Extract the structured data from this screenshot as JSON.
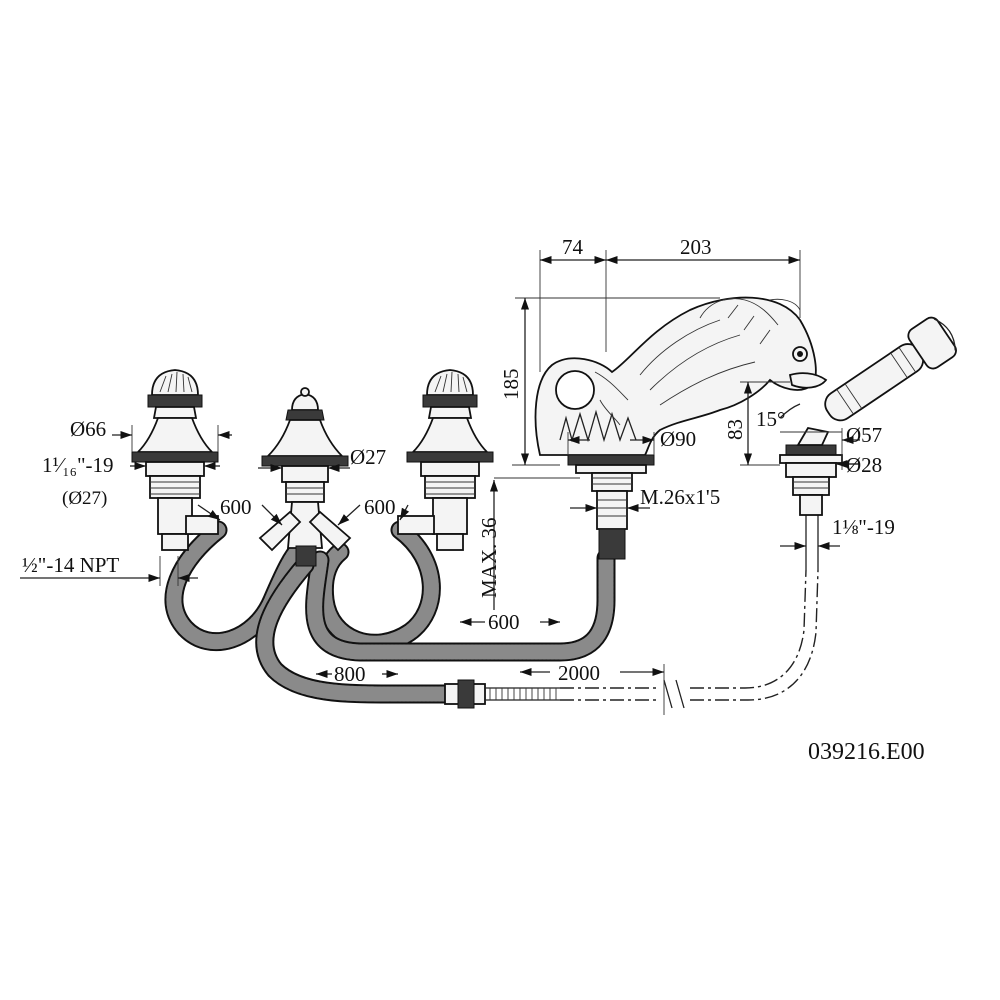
{
  "drawing": {
    "code": "039216.E00",
    "dimensions": {
      "d66": "Ø66",
      "thread_1_1_16": "1¹⁄₁₆\"-19",
      "d27_paren": "(Ø27)",
      "npt": "½\"-14 NPT",
      "len600_left": "600",
      "len600_right": "600",
      "d27": "Ø27",
      "max36": "MAX. 36",
      "len600_bottom": "600",
      "len800": "800",
      "len2000": "2000",
      "w74": "74",
      "w203": "203",
      "h185": "185",
      "h83": "83",
      "d90": "Ø90",
      "thread_m26": "M.26x1'5",
      "angle15": "15°",
      "d57": "Ø57",
      "d28": "Ø28",
      "thread_1_1_8": "1⅛\"-19"
    }
  }
}
